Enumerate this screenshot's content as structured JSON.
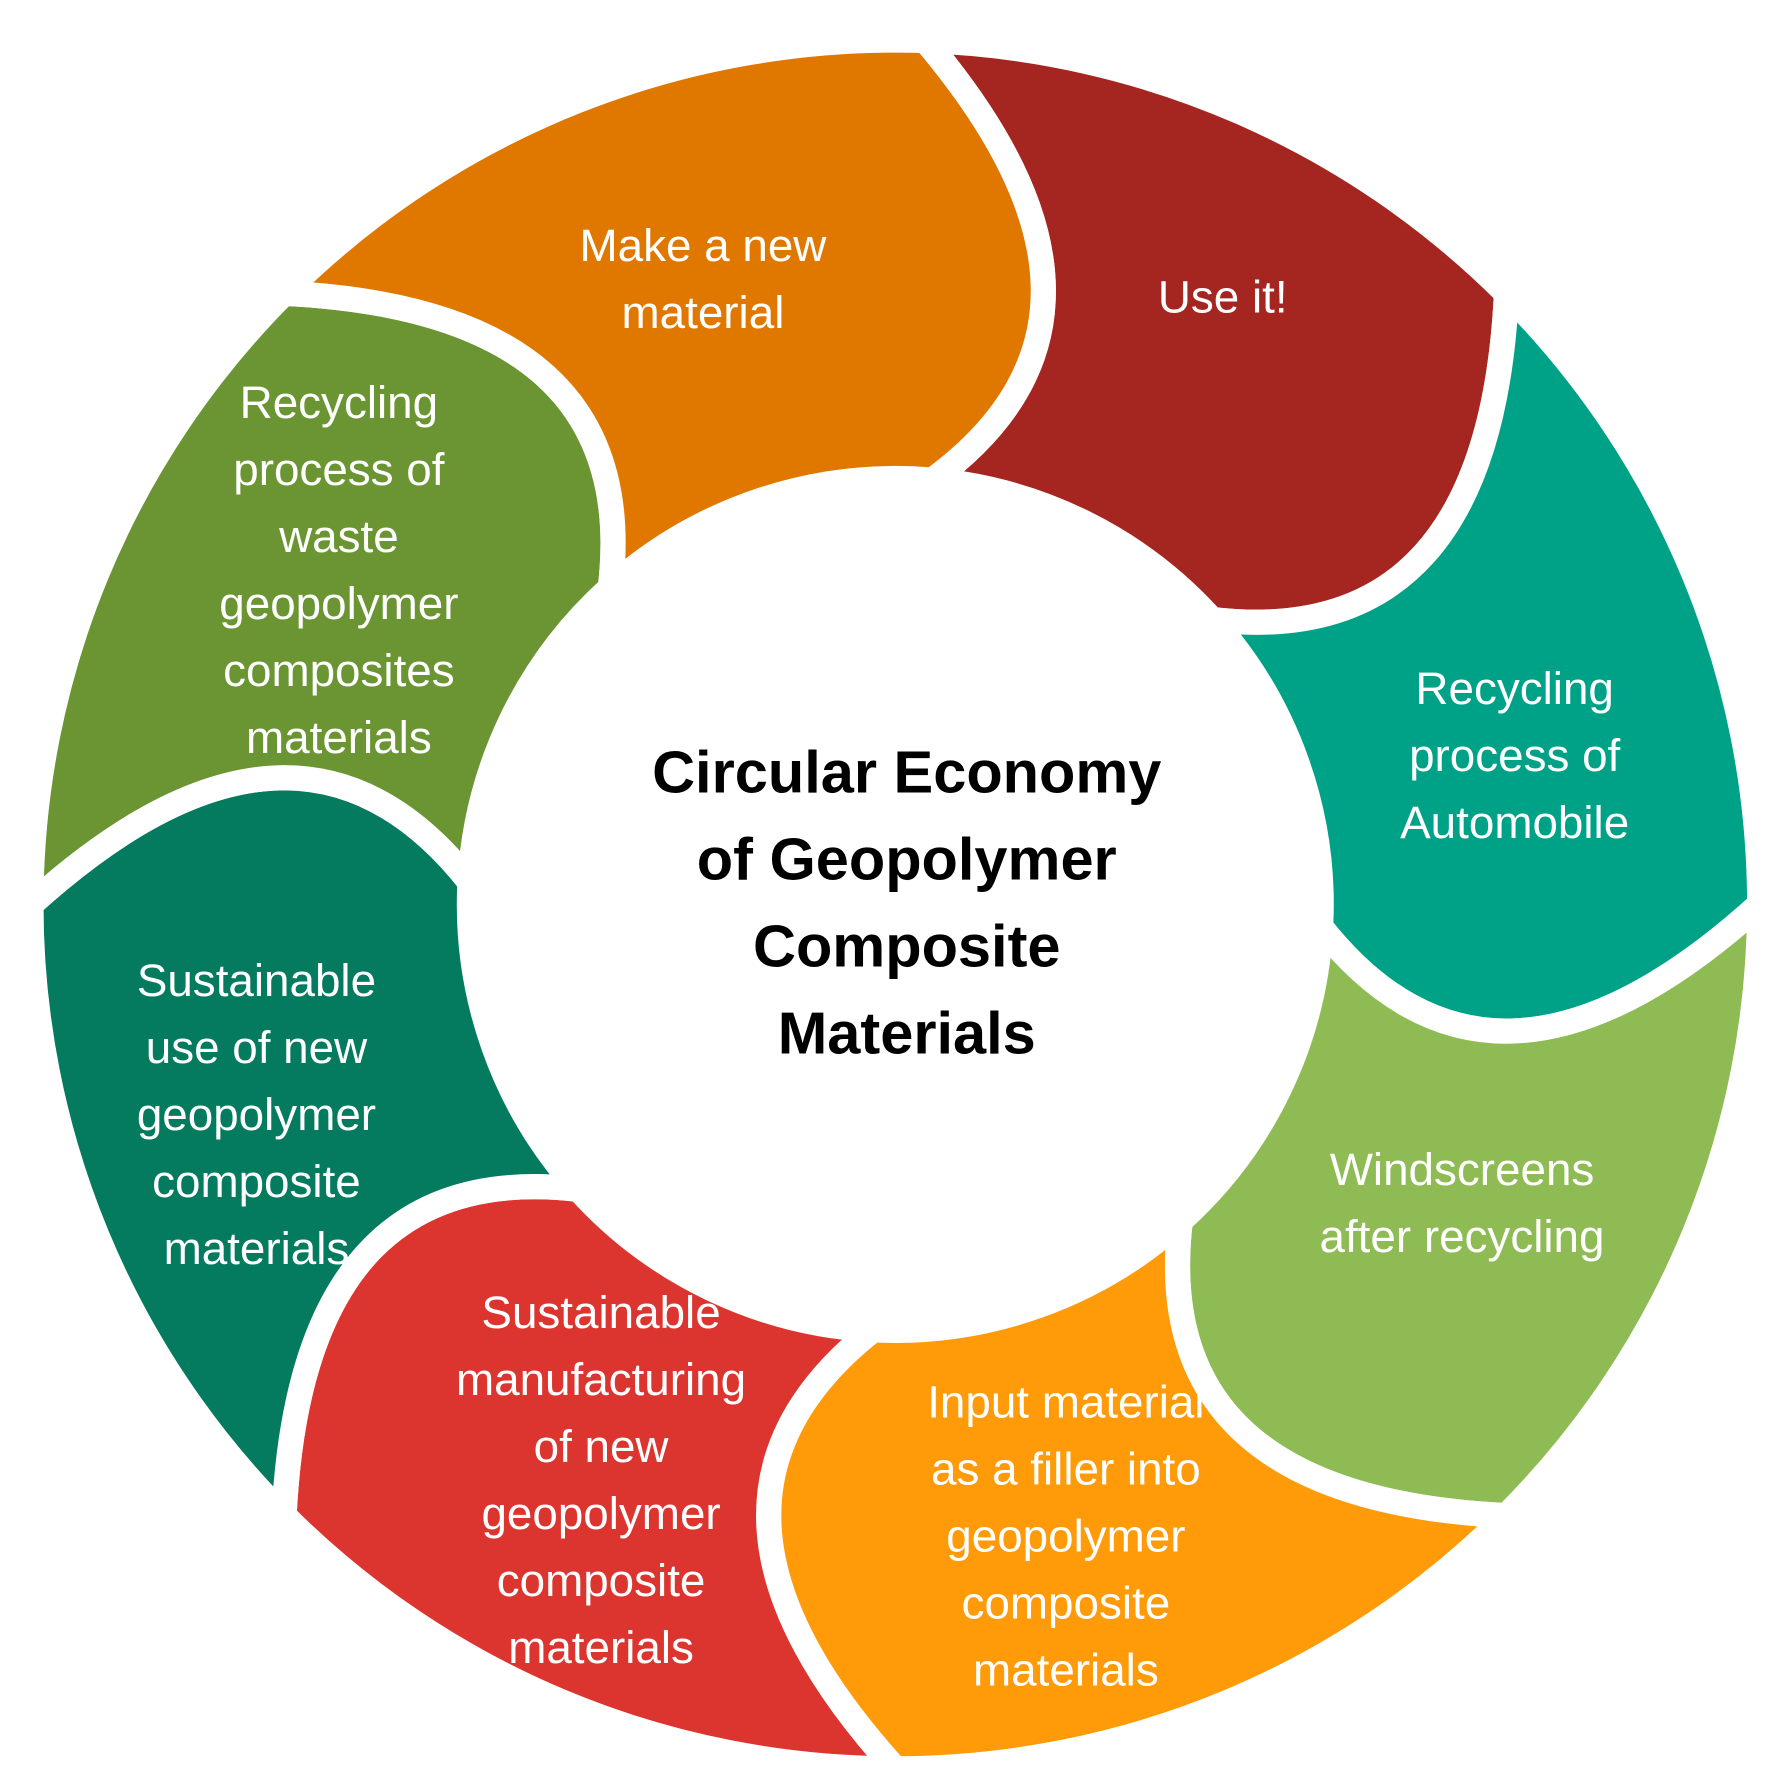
{
  "title": [
    "Circular Economy",
    "of Geopolymer",
    "Composite",
    "Materials"
  ],
  "segments": [
    {
      "id": "make-new-material",
      "color": "#A52620",
      "lines": [
        "Make a new",
        "material"
      ]
    },
    {
      "id": "use-it",
      "color": "#00A287",
      "lines": [
        "Use it!"
      ]
    },
    {
      "id": "recycling-automobile",
      "color": "#8FBB55",
      "lines": [
        "Recycling",
        "process  of",
        "Automobile"
      ]
    },
    {
      "id": "windscreens-after-recycling",
      "color": "#FF9A08",
      "lines": [
        "Windscreens",
        "after recycling"
      ]
    },
    {
      "id": "input-material-filler",
      "color": "#DC3530",
      "lines": [
        "Input material",
        "as a filler  into",
        "geopolymer",
        "composite",
        "materials"
      ]
    },
    {
      "id": "sustainable-manufacturing",
      "color": "#047A5E",
      "lines": [
        "Sustainable",
        "manufacturing",
        "of new",
        "geopolymer",
        "composite",
        "materials"
      ]
    },
    {
      "id": "sustainable-use",
      "color": "#6B9533",
      "lines": [
        "Sustainable",
        "use of new",
        "geopolymer",
        "composite",
        "materials"
      ]
    },
    {
      "id": "recycling-waste-geopolymer",
      "color": "#E07800",
      "lines": [
        "Recycling",
        "process of",
        "waste",
        "geopolymer",
        "composites",
        "materials"
      ]
    }
  ]
}
